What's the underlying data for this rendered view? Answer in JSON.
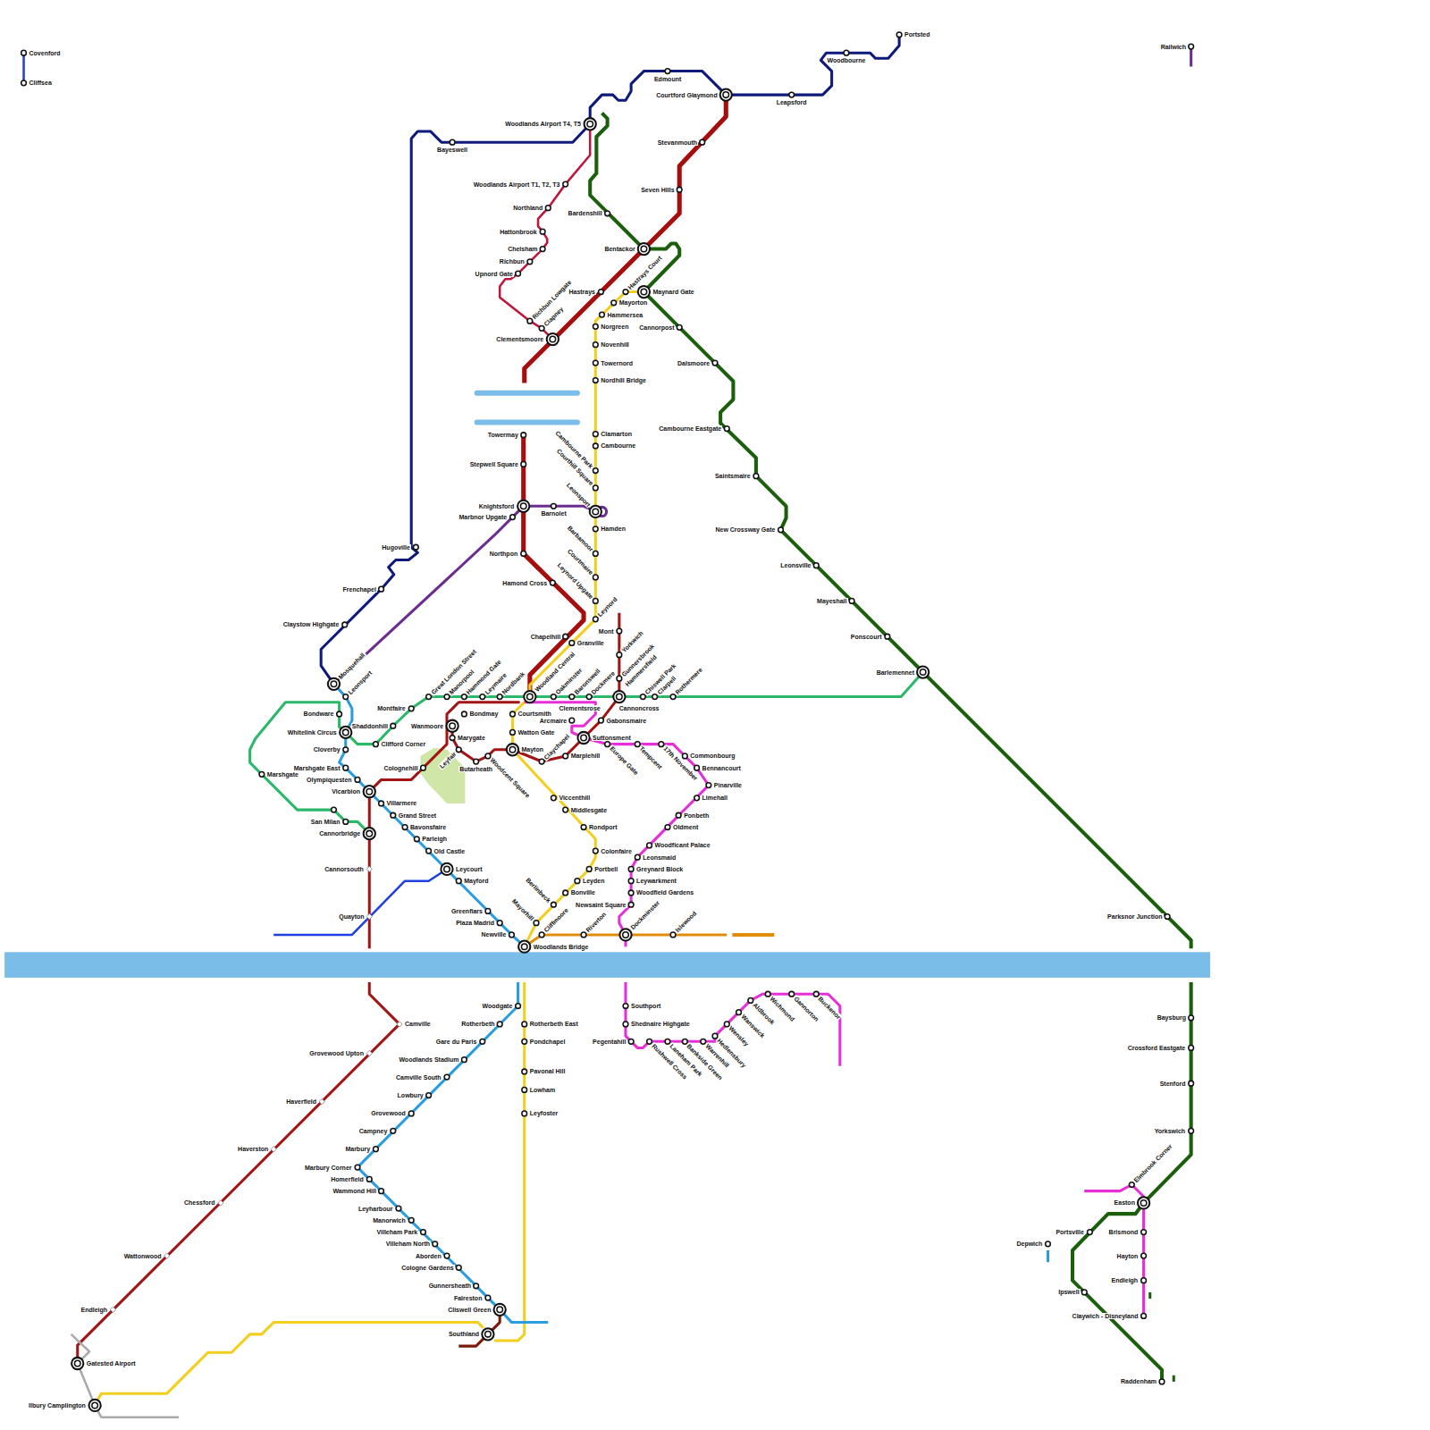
{
  "diagram": {
    "labels": [
      "Covenford",
      "Cliffsea",
      "Railwich",
      "Portsted",
      "Woodbourne",
      "Leapsford",
      "Courtford Glaymond",
      "Edmount",
      "Woodlands Airport T4, T5",
      "Bayeswell",
      "Stevanmouth",
      "Seven Hills",
      "Woodlands Airport T1, T2, T3",
      "Northland",
      "Hattonbrook",
      "Bardenshill",
      "Chelsham",
      "Bentackor",
      "Richbun",
      "Upnord Gate",
      "Hastrays",
      "Hastrays Court",
      "Maynard Gate",
      "Mayorton",
      "Hammersea",
      "Richbun Lowgate",
      "Clapney",
      "Norgreen",
      "Cannorpost",
      "Clementsmoore",
      "Novenhill",
      "Towernord",
      "Dalsmoore",
      "Nordhill Bridge",
      "Cambourne Eastgate",
      "Towermay",
      "Clamarton",
      "Cambourne",
      "Stepwell Square",
      "Cambourne Park",
      "Saintsmaire",
      "Courthill Square",
      "Knightsford",
      "Barnolet",
      "Leonsport",
      "Marbnor Upgate",
      "Hamden",
      "New Crossway Gate",
      "Hugoville",
      "Northpon",
      "Barbamoor",
      "Leonsville",
      "Courtmaire",
      "Hamond Cross",
      "Frenchapel",
      "Leynord Upgate",
      "Mayeshall",
      "Leynord",
      "Claystow Highgate",
      "Mont",
      "Chapelhill",
      "Ponscourt",
      "Granville",
      "Yorkwich",
      "Barlemennet",
      "Gunnersbrook",
      "Mosquehall",
      "Leonsport",
      "Great London Street",
      "Manorpool",
      "Hammond Gate",
      "Leymaire",
      "Nordbank",
      "Woodland Central",
      "Oakminster",
      "Baronswell",
      "Dockmere",
      "Hammersfield",
      "Chiswell Park",
      "Clarpell",
      "Rothermere",
      "Montfaire",
      "Clementsrose",
      "Cannoncross",
      "Bondware",
      "Bondmay",
      "Courtsmith",
      "Arcmaire",
      "Gabonsmaire",
      "Wanmoore",
      "Shaddonhill",
      "Whitelink Circus",
      "Watton Gate",
      "Suttonsment",
      "Marygate",
      "Clifford Corner",
      "Europe Gate",
      "Tempcent",
      "17th November",
      "Leyfair",
      "Mayton",
      "Cloverby",
      "Commonbourg",
      "Marplehill",
      "Woodcent Square",
      "Claychapel",
      "Butarheath",
      "Marshgate East",
      "Colognehill",
      "Bennancourt",
      "Marshgate",
      "Olympiquesten",
      "Pinarville",
      "Vicarbion",
      "Limehall",
      "Viccenthill",
      "Villarmere",
      "San Milan",
      "Middlesgate",
      "Grand Street",
      "Ponbeth",
      "Bavonsfaire",
      "Rondport",
      "Oldment",
      "Cannorbridge",
      "Parleigh",
      "Woodficant Palace",
      "Old Castle",
      "Colonfaire",
      "Leonsmaid",
      "Cannorsouth",
      "Leycourt",
      "Portbell",
      "Greynard Block",
      "Mayford",
      "Leyden",
      "Leywarkment",
      "Bonville",
      "Woodfield Gardens",
      "Berlinbeck",
      "Newsaint Square",
      "Greenfiars",
      "Quayton",
      "Parksnor Junction",
      "Mayorhill",
      "Plaza Madrid",
      "Cliffmoore",
      "Riverton",
      "Dockminster",
      "Islewood",
      "Newville",
      "Woodlands Bridge",
      "Southport",
      "Woodgate",
      "Baysburg",
      "Rotherbeth",
      "Rotherbeth East",
      "Shednaire Highgate",
      "Camville",
      "Gare du Paris",
      "Pondchapel",
      "Pegentahill",
      "Rushwell Cross",
      "Laneham Park",
      "Bankside Green",
      "Warrenhill",
      "Hedlensbury",
      "Wensley",
      "Wanswick",
      "Aldbrook",
      "Wichmond",
      "Gannorton",
      "Buckenor",
      "Crossford Eastgate",
      "Grovewood Upton",
      "Woodlands Stadium",
      "Pavonal Hill",
      "Camville South",
      "Stenford",
      "Lowham",
      "Lowbury",
      "Haverfield",
      "Grovewood",
      "Leyfoster",
      "Yorkswich",
      "Campney",
      "Haverston",
      "Marbury",
      "Marbury Corner",
      "Homerfield",
      "Elmbrook Corner",
      "Wammond Hill",
      "Easton",
      "Chessford",
      "Leyharbour",
      "Manorwich",
      "Villeham Park",
      "Portsville",
      "Brismond",
      "Depwich",
      "Villeham North",
      "Aborden",
      "Wattonwood",
      "Hayton",
      "Cologne Gardens",
      "Endleigh",
      "Gunnersheath",
      "Ipswell",
      "Falreston",
      "Endleigh",
      "Cliswell Green",
      "Claywich - Disneyland",
      "Southland",
      "Gatested Airport",
      "Raddenham",
      "Ilbury Camplington"
    ]
  }
}
